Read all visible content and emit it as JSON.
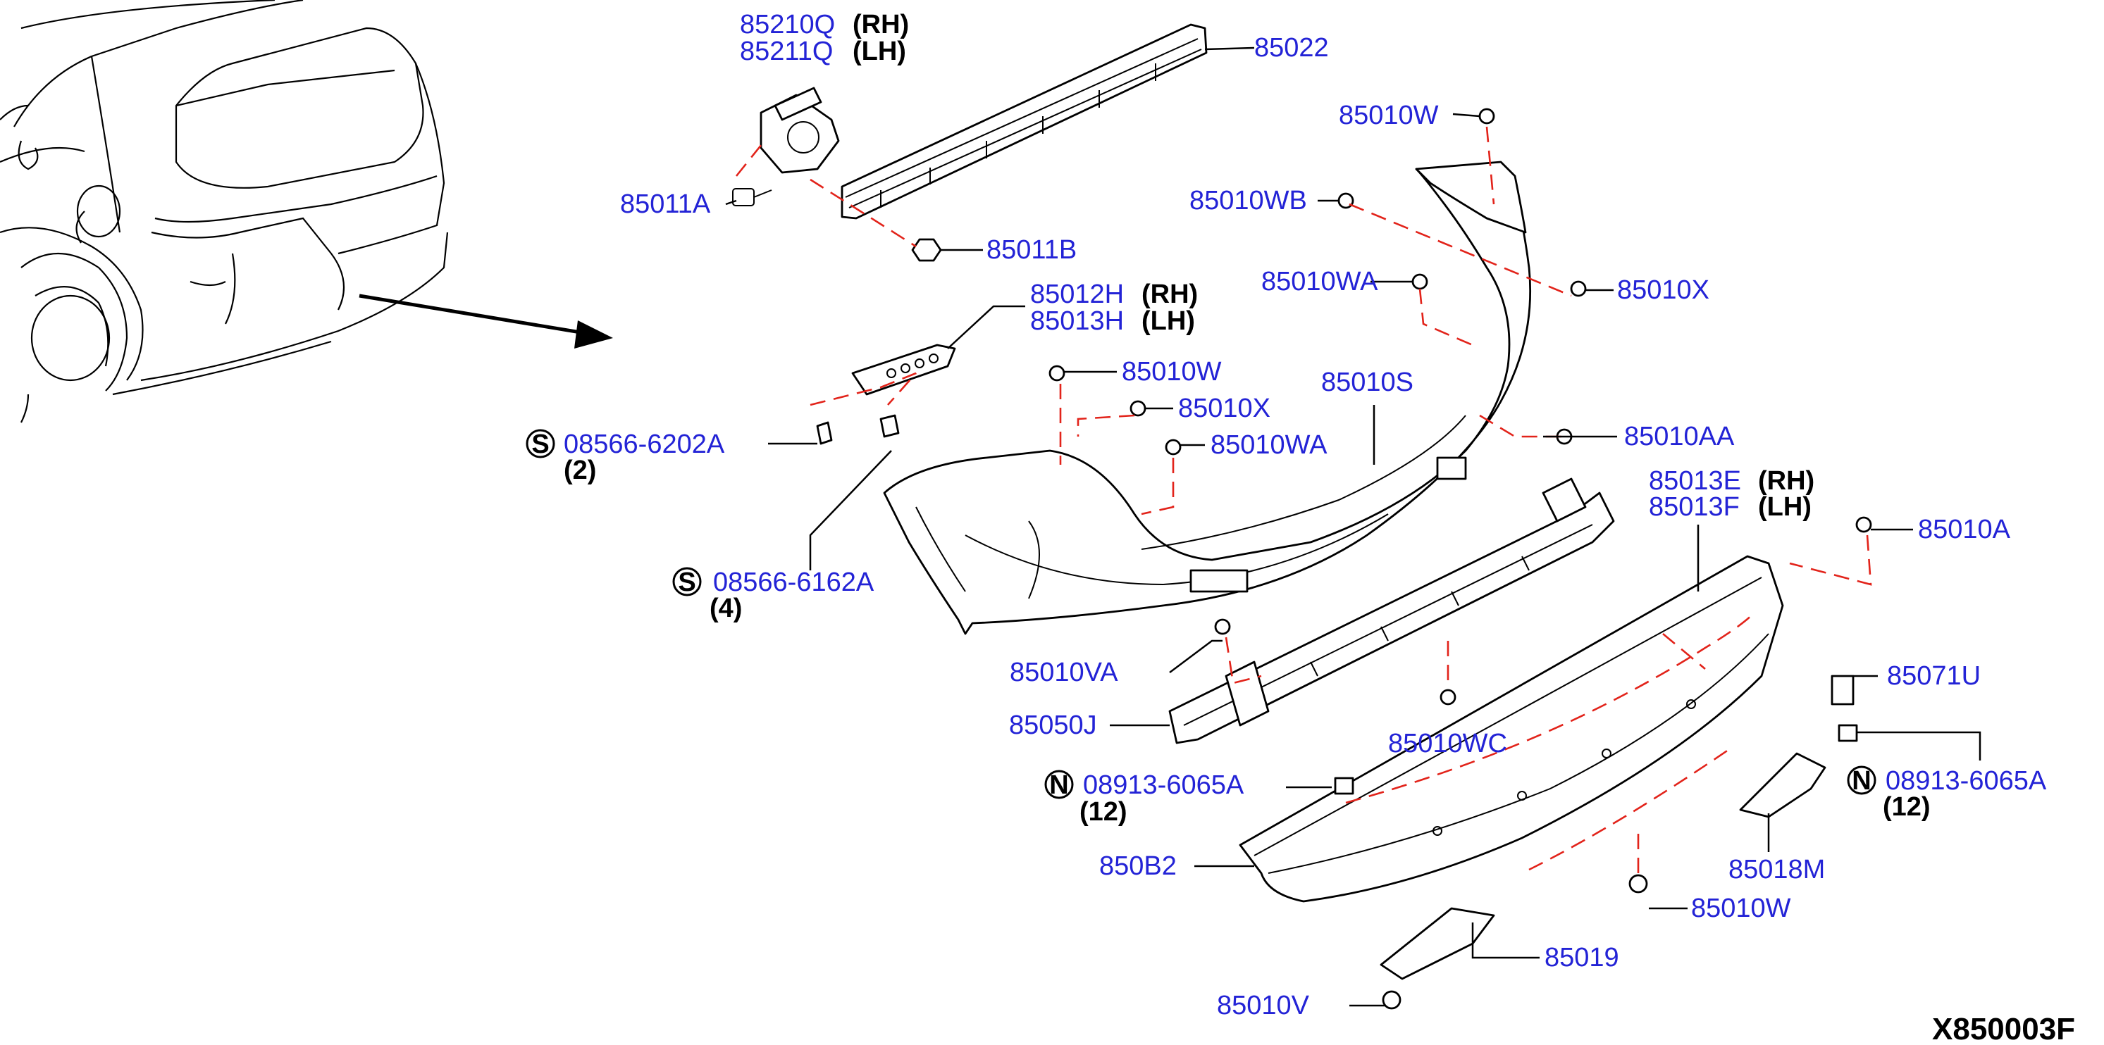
{
  "diagram": {
    "reference_code": "X850003F",
    "labels": {
      "p85210Q": "85210Q",
      "p85211Q": "85211Q",
      "rh": "(RH)",
      "lh": "(LH)",
      "p85022": "85022",
      "p85011A": "85011A",
      "p85011B": "85011B",
      "p85010W_top": "85010W",
      "p85010WB": "85010WB",
      "p85010WA_top": "85010WA",
      "p85010X_right": "85010X",
      "p85012H": "85012H",
      "p85013H": "85013H",
      "p85010W_mid": "85010W",
      "p85010S": "85010S",
      "p85010X_mid": "85010X",
      "p85010WA_mid": "85010WA",
      "p85010AA": "85010AA",
      "s_symbol": "S",
      "p08566_6202A": "08566-6202A",
      "qty2": "(2)",
      "p08566_6162A": "08566-6162A",
      "qty4": "(4)",
      "p85013E": "85013E",
      "p85013F": "85013F",
      "p85010A": "85010A",
      "p85010VA": "85010VA",
      "p85071U": "85071U",
      "p85050J": "85050J",
      "p85010WC": "85010WC",
      "n_symbol": "N",
      "p08913_6065A_left": "08913-6065A",
      "qty12": "(12)",
      "p08913_6065A_right": "08913-6065A",
      "p850B2": "850B2",
      "p85018M": "85018M",
      "p85010W_bottom": "85010W",
      "p85019": "85019",
      "p85010V": "85010V"
    }
  }
}
